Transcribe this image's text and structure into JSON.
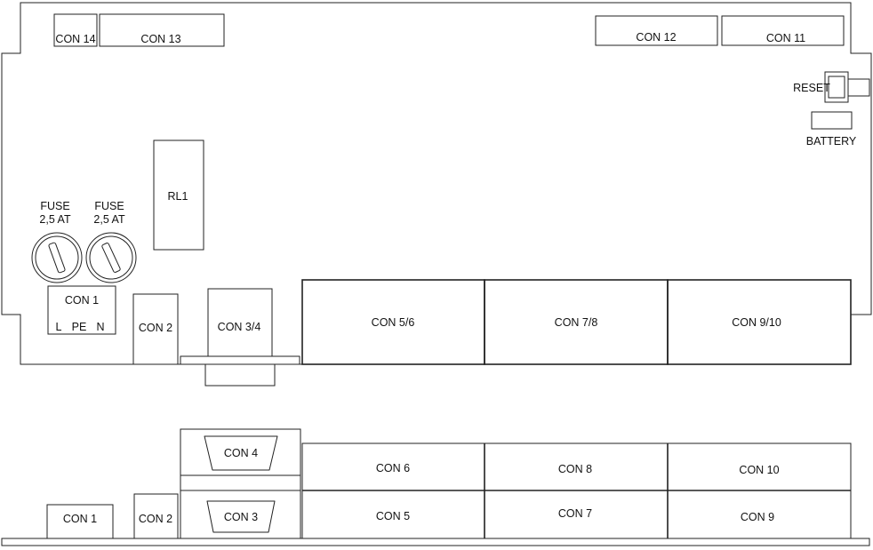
{
  "top_view": {
    "con14": "CON 14",
    "con13": "CON 13",
    "con12": "CON 12",
    "con11": "CON 11",
    "reset": "RESET",
    "battery": "BATTERY",
    "rl1": "RL1",
    "fuse_left": {
      "line1": "FUSE",
      "line2": "2,5 AT"
    },
    "fuse_right": {
      "line1": "FUSE",
      "line2": "2,5 AT"
    },
    "con1": "CON 1",
    "con1_pins": {
      "l": "L",
      "pe": "PE",
      "n": "N"
    },
    "con2": "CON 2",
    "con34": "CON 3/4",
    "con56": "CON 5/6",
    "con78": "CON 7/8",
    "con910": "CON 9/10"
  },
  "front_view": {
    "con1": "CON 1",
    "con2": "CON 2",
    "con4": "CON 4",
    "con3": "CON 3",
    "con6": "CON 6",
    "con5": "CON 5",
    "con8": "CON 8",
    "con7": "CON 7",
    "con10": "CON 10",
    "con9": "CON 9"
  }
}
